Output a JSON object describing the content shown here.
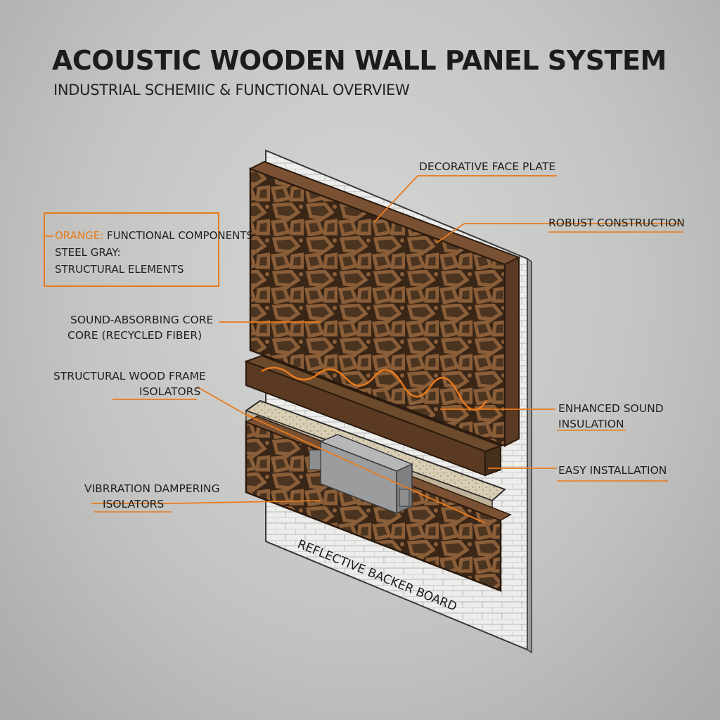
{
  "title": "ACOUSTIC WOODEN WALL PANEL SYSTEM",
  "subtitle": "INDUSTRIAL SCHEMIIC & FUNCTIONAL OVERVIEW",
  "legend": {
    "orange_word": "ORANGE:",
    "orange_text": " FUNCTIONAL COMPONENTS",
    "gray_line1": "STEEL GRAY:",
    "gray_line2": "STRUCTURAL ELEMENTS"
  },
  "callouts": {
    "face_plate": "DECORATIVE FACE PLATE",
    "robust": "ROBUST CONSTRUCTION",
    "core_line1": "SOUND-ABSORBING CORE",
    "core_line2": "CORE (RECYCLED FIBER)",
    "frame_line1": "STRUCTURAL WOOD FRAME",
    "frame_line2": "ISOLATORS",
    "enhanced_line1": "ENHANCED SOUND",
    "enhanced_line2": "INSULATION",
    "easy": "EASY INSTALLATION",
    "vibration_line1": "VIBRRATION DAMPERING",
    "vibration_line2": "ISOLATORS",
    "backer": "REFLECTIVE BACKER BOARD"
  },
  "colors": {
    "accent_orange": "#e97a1c",
    "wood_dark": "#5a3a22",
    "wood_mid": "#7a5233",
    "steel_gray": "#9a9c9e",
    "background": "#c6c6c4"
  }
}
